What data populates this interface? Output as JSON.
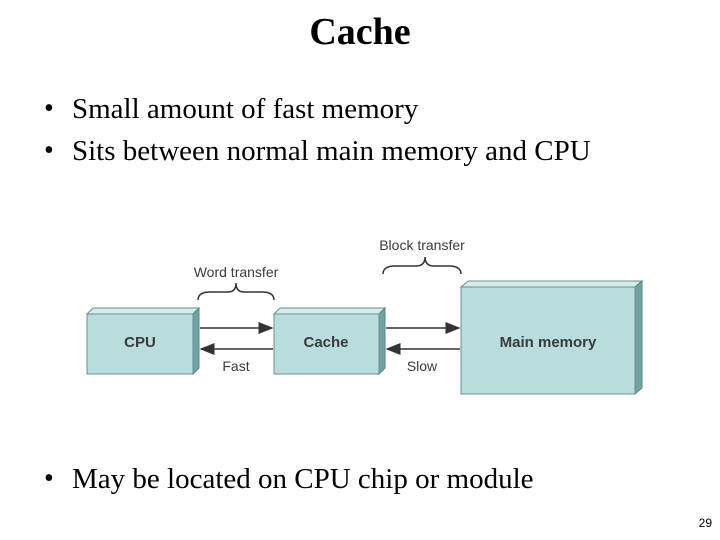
{
  "slide": {
    "title": "Cache",
    "bullets": [
      "Small amount of fast memory",
      "Sits between normal main memory and CPU"
    ],
    "bottom_bullets": [
      "May be located on CPU chip or module"
    ],
    "page_number": "29"
  },
  "diagram": {
    "boxes": {
      "cpu": "CPU",
      "cache": "Cache",
      "main_memory": "Main memory"
    },
    "labels": {
      "word_transfer": "Word transfer",
      "block_transfer": "Block transfer",
      "fast": "Fast",
      "slow": "Slow"
    },
    "colors": {
      "box_front": "#b9dcdc",
      "box_side": "#6fa3a3",
      "box_top": "#d6ebeb",
      "line": "#333333"
    }
  }
}
